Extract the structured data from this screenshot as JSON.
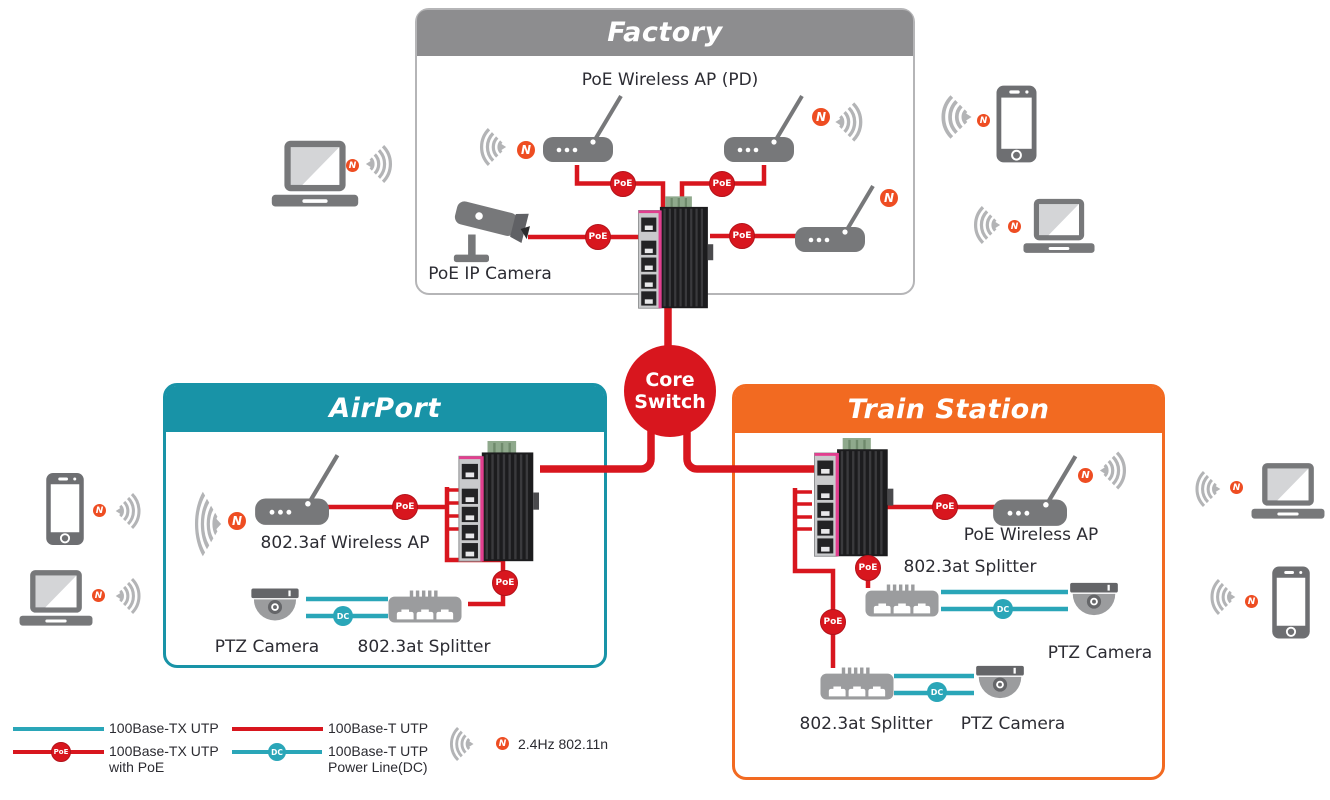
{
  "zones": {
    "factory": {
      "title": "Factory",
      "labels": {
        "wireless_ap": "PoE Wireless AP (PD)",
        "ip_camera": "PoE IP Camera"
      }
    },
    "airport": {
      "title": "AirPort",
      "labels": {
        "wireless_ap": "802.3af Wireless AP",
        "ptz_camera": "PTZ Camera",
        "splitter": "802.3at Splitter"
      }
    },
    "train_station": {
      "title": "Train Station",
      "labels": {
        "wireless_ap": "PoE Wireless AP",
        "splitter_1": "802.3at Splitter",
        "ptz_camera_1": "PTZ Camera",
        "splitter_2": "802.3at Splitter",
        "ptz_camera_2": "PTZ Camera"
      }
    }
  },
  "core_switch": {
    "line1": "Core",
    "line2": "Switch"
  },
  "badges": {
    "poe": "PoE",
    "dc": "DC",
    "n": "N"
  },
  "legend": {
    "items": [
      {
        "label1": "100Base-TX UTP",
        "label2": ""
      },
      {
        "label1": "100Base-T UTP",
        "label2": ""
      },
      {
        "label1": "100Base-TX UTP",
        "label2": "with PoE"
      },
      {
        "label1": "100Base-T UTP",
        "label2": "Power Line(DC)"
      },
      {
        "label1": "2.4Hz 802.11n",
        "label2": ""
      }
    ]
  },
  "colors": {
    "red": "#d8161e",
    "teal_line": "#2aa6b8",
    "teal_header": "#1893a7",
    "orange": "#f26a21",
    "gray_header": "#8d8d8f",
    "n_badge": "#ee4d22",
    "device_gray": "#77787a",
    "signal_gray": "#b3b4b6",
    "accent_pink": "#e23f8f"
  }
}
